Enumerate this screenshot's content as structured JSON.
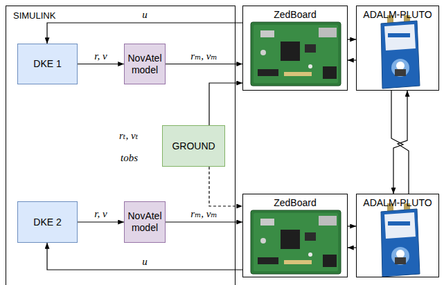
{
  "diagram": {
    "nodes": [
      {
        "text": [
          "SIMULINK"
        ]
      },
      {
        "text": [
          "DKE 1"
        ],
        "in": 0
      },
      {
        "text": [
          "NovAtel model"
        ],
        "in": 0
      },
      {
        "text": [
          "ZedBoard"
        ]
      },
      {
        "text": [
          "ADALM-PLUTO"
        ]
      },
      {
        "text": [
          "GROUND"
        ],
        "in": 0
      },
      {
        "text": [
          "DKE 2"
        ],
        "in": 0
      },
      {
        "text": [
          "NovAtel model"
        ],
        "in": 0
      },
      {
        "text": [
          "ZedBoard"
        ]
      },
      {
        "text": [
          "ADALM-PLUTO"
        ]
      }
    ],
    "edges": [
      {
        "from": 1,
        "to": 2,
        "label": "r, v",
        "arrow": "to"
      },
      {
        "from": 2,
        "to": 3,
        "label": "rₘ, vₘ",
        "arrow": "to"
      },
      {
        "from": 3,
        "to": 1,
        "label": "u",
        "arrow": "to"
      },
      {
        "from": 3,
        "to": 4,
        "arrow": "to"
      },
      {
        "from": 4,
        "to": 3,
        "arrow": "to"
      },
      {
        "from": 5,
        "to": 3,
        "arrow": "to"
      },
      {
        "from": 5,
        "to": 8,
        "arrow": "to"
      },
      {
        "from": 4,
        "to": 9,
        "arrow": "to"
      },
      {
        "from": 9,
        "to": 4,
        "arrow": "to"
      },
      {
        "from": 6,
        "to": 7,
        "label": "r, v",
        "arrow": "to"
      },
      {
        "from": 7,
        "to": 8,
        "label": "rₘ, vₘ",
        "arrow": "to"
      },
      {
        "from": 8,
        "to": 9,
        "arrow": "to"
      },
      {
        "from": 9,
        "to": 8,
        "arrow": "to"
      },
      {
        "from": 8,
        "to": 6,
        "label": "u",
        "arrow": "to"
      }
    ],
    "labels": [
      "rₜ, vₜ",
      "tobs"
    ]
  }
}
